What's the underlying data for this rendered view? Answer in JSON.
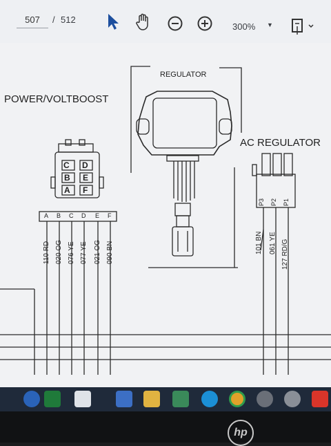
{
  "toolbar": {
    "current_page": "507",
    "page_separator": "/",
    "total_pages": "512",
    "zoom": "300%",
    "icons": [
      "select-arrow-icon",
      "hand-tool-icon",
      "zoom-out-icon",
      "zoom-in-icon",
      "fit-page-icon"
    ]
  },
  "diagram": {
    "power_title": "POWER/VOLTBOOST",
    "regulator_title": "REGULATOR",
    "ac_title": "AC REGULATOR",
    "connector_letters": [
      "C",
      "D",
      "B",
      "E",
      "A",
      "F"
    ],
    "pin_letters": [
      "A",
      "B",
      "C",
      "D",
      "E",
      "F"
    ],
    "power_wires": [
      "110 RD",
      "020 OG",
      "076 YE",
      "077 YE",
      "021 OG",
      "090 BN"
    ],
    "ac_pins": [
      "P3",
      "P2",
      "P1"
    ],
    "ac_wires": [
      "101 BN",
      "061 YE",
      "127 RD/G"
    ]
  },
  "taskbar": {
    "icons": [
      "soccer-app-icon",
      "media-app-icon",
      "mail-icon",
      "file-explorer-icon",
      "store-icon",
      "edge-icon",
      "chrome-icon",
      "app-icon",
      "settings-icon",
      "acrobat-icon"
    ]
  },
  "colors": {
    "taskbar": "#1f2a3a",
    "toolbar": "#eef0f3",
    "page": "#f1f2f4"
  }
}
